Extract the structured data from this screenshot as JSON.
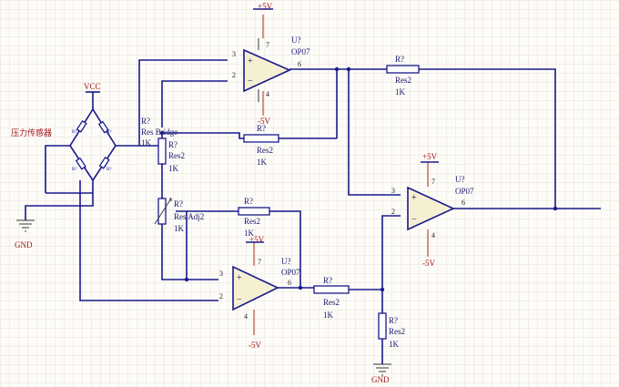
{
  "power": {
    "vcc": "VCC",
    "pos5v": "+5V",
    "neg5v": "-5V",
    "gnd": "GND"
  },
  "sensor": {
    "label": "压力传感器",
    "arm_labels": [
      "R?",
      "R?",
      "R?",
      "R?"
    ]
  },
  "components": {
    "bridge_res": {
      "designator": "R?",
      "type": "Res Bridge",
      "value": "1K"
    },
    "r_bridge_low": {
      "designator": "R?",
      "type": "Res2",
      "value": "1K"
    },
    "r_adj": {
      "designator": "R?",
      "type": "Res Adj2",
      "value": "1K"
    },
    "r_fb1": {
      "designator": "R?",
      "type": "Res2",
      "value": "1K"
    },
    "r_fb_top": {
      "designator": "R?",
      "type": "Res2",
      "value": "1K"
    },
    "r_mid": {
      "designator": "R?",
      "type": "Res2",
      "value": "1K"
    },
    "r_out": {
      "designator": "R?",
      "type": "Res2",
      "value": "1K"
    },
    "r_gnd": {
      "designator": "R?",
      "type": "Res2",
      "value": "1K"
    }
  },
  "opamps": {
    "u1": {
      "designator": "U?",
      "part": "OP07",
      "pins": {
        "in_a": "3",
        "in_b": "2",
        "out": "6",
        "vpos": "7",
        "vneg": "4"
      }
    },
    "u2": {
      "designator": "U?",
      "part": "OP07",
      "pins": {
        "in_a": "3",
        "in_b": "2",
        "out": "6",
        "vpos": "7",
        "vneg": "4"
      }
    },
    "u3": {
      "designator": "U?",
      "part": "OP07",
      "pins": {
        "in_a": "3",
        "in_b": "2",
        "out": "6",
        "vpos": "7",
        "vneg": "4"
      }
    }
  },
  "signs": {
    "plus": "+",
    "minus": "−"
  }
}
